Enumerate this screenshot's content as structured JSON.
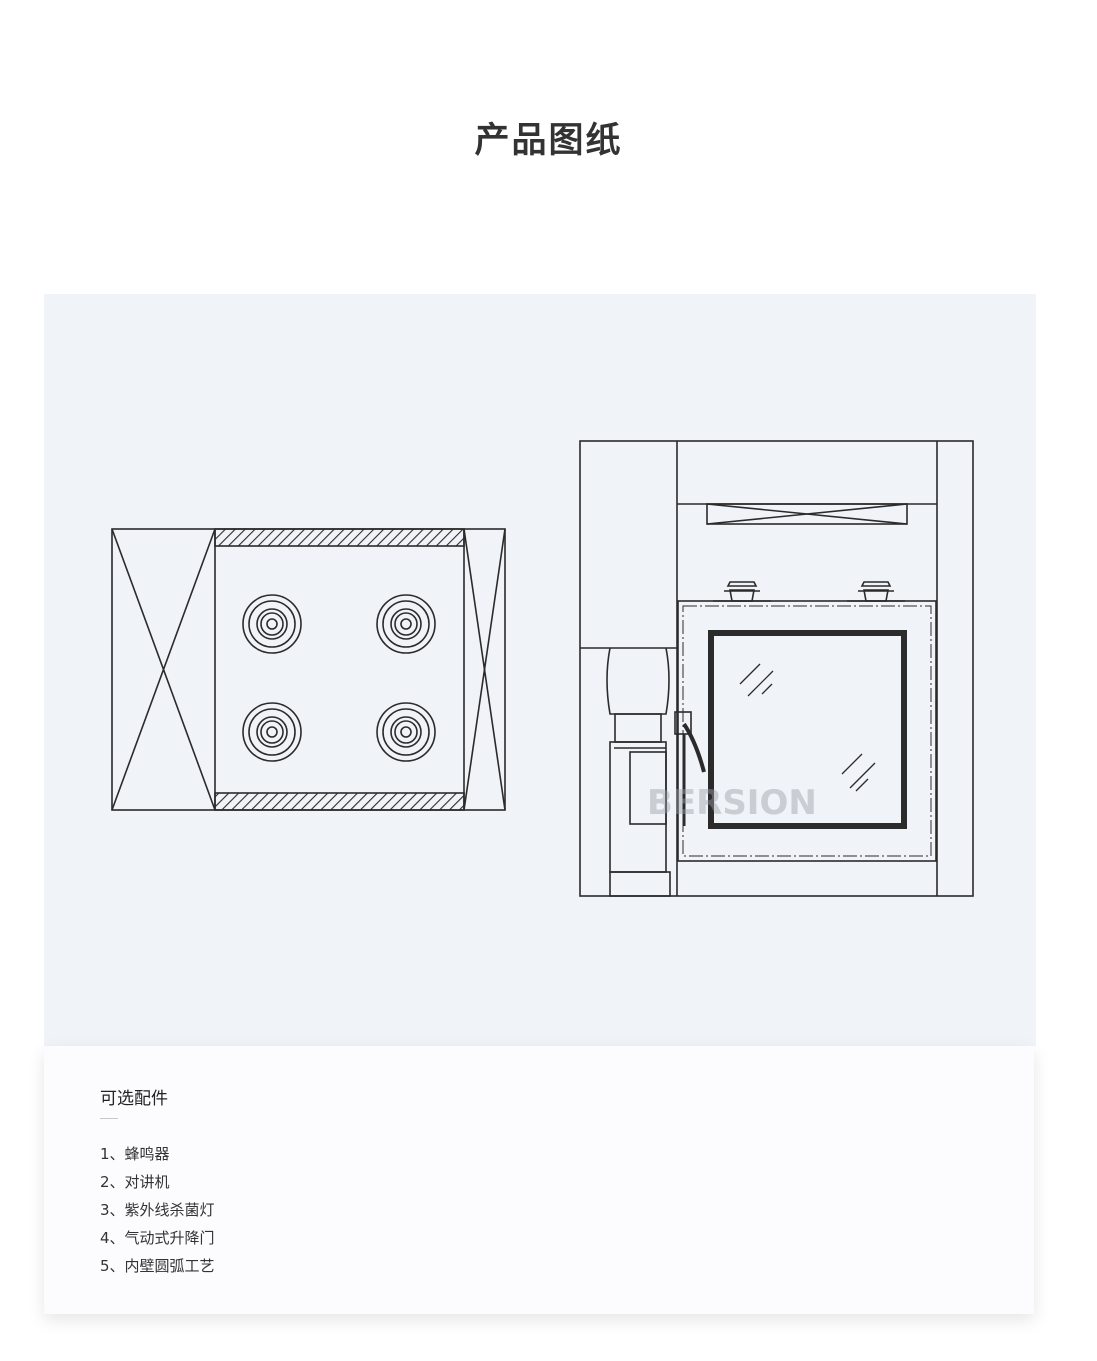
{
  "header": {
    "title": "产品图纸"
  },
  "drawing": {
    "watermark": "BERSION",
    "line_color": "#2b2b2b",
    "panel_color": "#f0f3f8"
  },
  "accessories": {
    "title": "可选配件",
    "items": [
      "1、蜂鸣器",
      "2、对讲机",
      "3、紫外线杀菌灯",
      "4、气动式升降门",
      "5、内壁圆弧工艺"
    ]
  }
}
